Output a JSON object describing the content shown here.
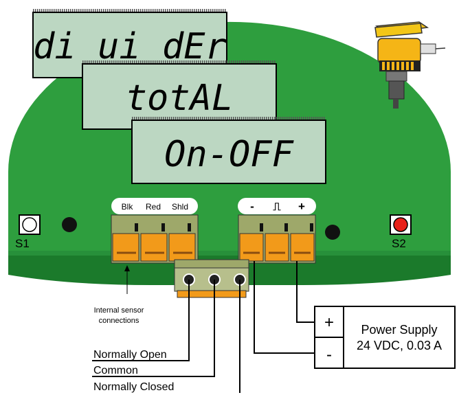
{
  "displays": [
    {
      "text": "di ui dEr"
    },
    {
      "text": "totAL"
    },
    {
      "text": "On-OFF"
    }
  ],
  "switches": {
    "s1": {
      "label": "S1",
      "color": "#ffffff"
    },
    "s2": {
      "label": "S2",
      "color": "#e8201a"
    }
  },
  "sensor_terminal": {
    "labels": [
      "Blk",
      "Red",
      "Shld"
    ],
    "caption": "Internal sensor\nconnections"
  },
  "output_terminal": {
    "labels": [
      "-",
      "⎍",
      "+"
    ]
  },
  "relay": {
    "normally_open": "Normally Open",
    "common": "Common",
    "normally_closed": "Normally Closed"
  },
  "power_supply": {
    "plus": "+",
    "minus": "-",
    "line1": "Power Supply",
    "line2": "24 VDC, 0.03 A"
  },
  "colors": {
    "board": "#2e9e3e",
    "board_dark": "#1b7a2b",
    "lcd": "#bcd7c2",
    "terminal_orange": "#f29a1a",
    "terminal_green": "#9ea86a"
  }
}
